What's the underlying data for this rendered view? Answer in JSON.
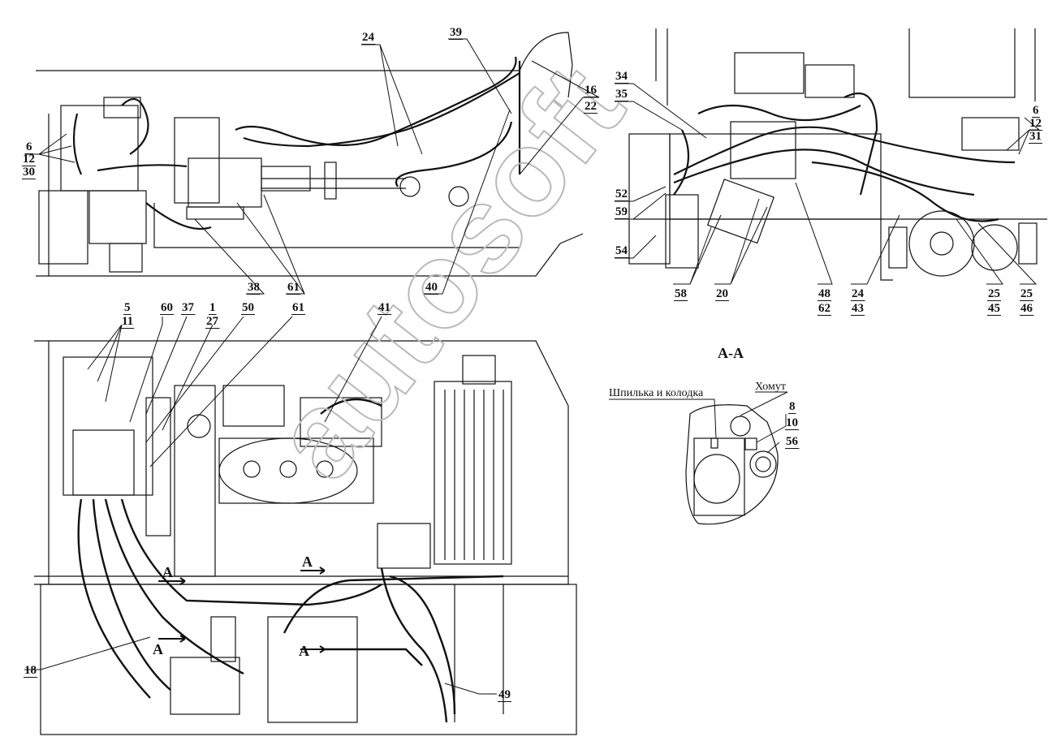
{
  "watermark": "autosoft",
  "section_title": "A-A",
  "section_marks": [
    "A",
    "A",
    "A",
    "A"
  ],
  "callouts": {
    "shpilka": "Шпилька и колодка",
    "khomut": "Хомут"
  },
  "labels": {
    "tl": [
      "6",
      "12",
      "30",
      "24",
      "39",
      "16",
      "22",
      "38",
      "61",
      "40"
    ],
    "tr": [
      "34",
      "35",
      "6",
      "12",
      "31",
      "52",
      "59",
      "54",
      "58",
      "20",
      "48",
      "62",
      "24",
      "43",
      "25",
      "45",
      "25",
      "46"
    ],
    "bl": [
      "5",
      "11",
      "60",
      "37",
      "1",
      "27",
      "50",
      "61",
      "41",
      "18",
      "49"
    ],
    "aa": [
      "8",
      "10",
      "56"
    ]
  },
  "colors": {
    "line": "#111111",
    "watermark": "#b9b9b9",
    "background": "#ffffff"
  }
}
